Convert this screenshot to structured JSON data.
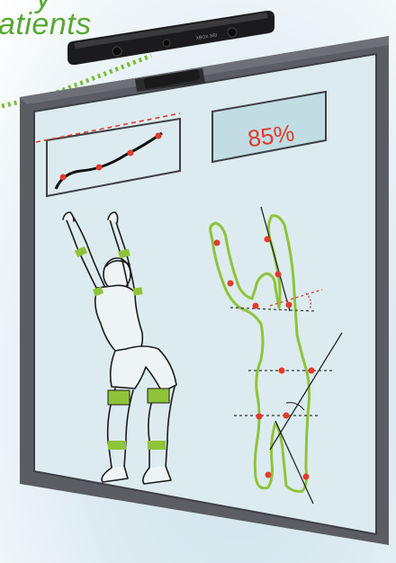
{
  "caption": {
    "line1": "y",
    "line2": "atients"
  },
  "sensor": {
    "brand_label": "XBOX 360"
  },
  "screen": {
    "score": "85%"
  },
  "colors": {
    "caption_green": "#57a834",
    "score_red": "#e03a2b",
    "skeleton_green": "#8fc33a",
    "marker_red": "#e23b2b",
    "screen_bg": "#dcebef",
    "frame": "#5b5d63"
  }
}
